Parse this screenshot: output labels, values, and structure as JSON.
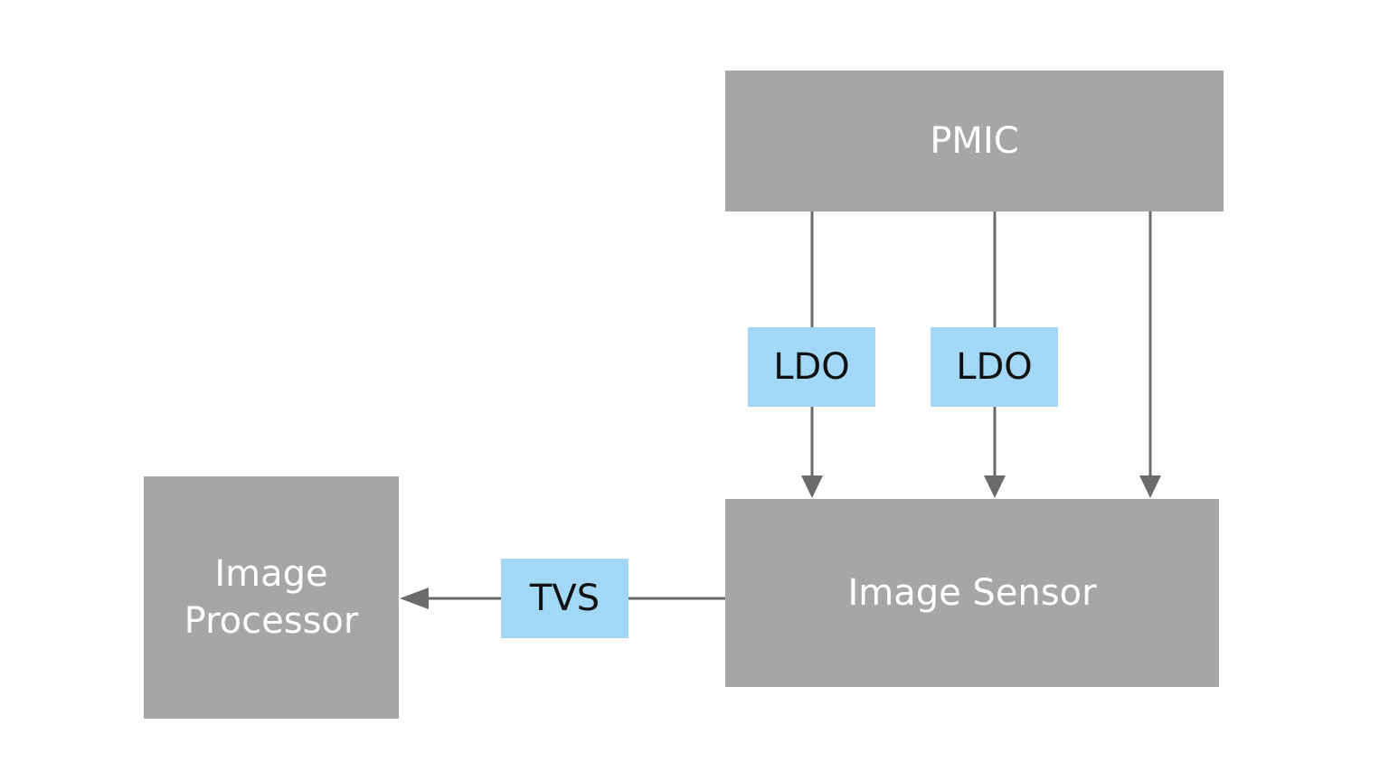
{
  "diagram": {
    "pmic": {
      "label": "PMIC"
    },
    "image_sensor": {
      "label": "Image Sensor"
    },
    "image_processor": {
      "line1": "Image",
      "line2": "Processor"
    },
    "ldo_1": {
      "label": "LDO"
    },
    "ldo_2": {
      "label": "LDO"
    },
    "tvs": {
      "label": "TVS"
    }
  },
  "colors": {
    "block": "#a6a6a6",
    "component": "#a2d8f6",
    "wire": "#6b6b6b"
  }
}
